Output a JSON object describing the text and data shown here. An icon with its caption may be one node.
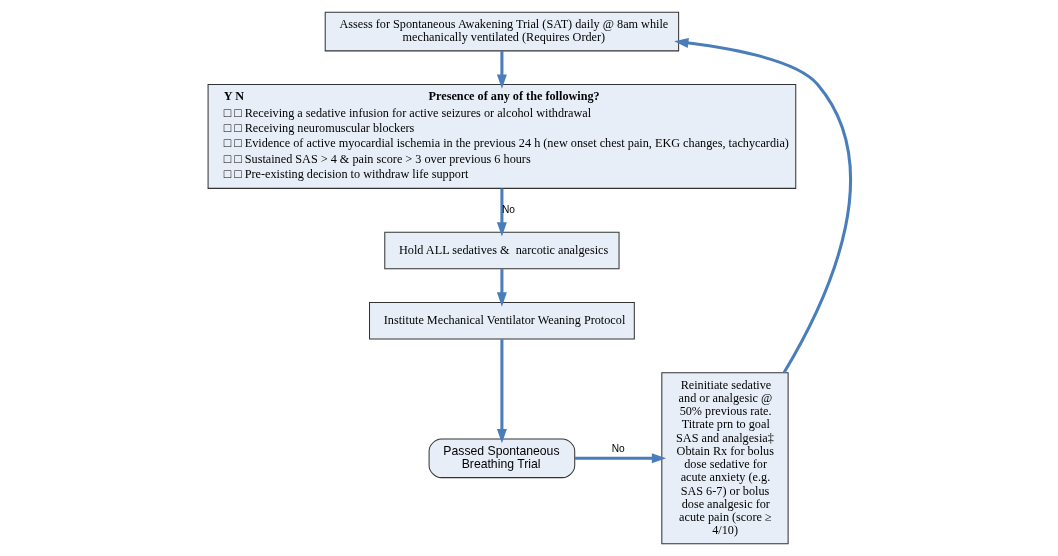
{
  "diagram": {
    "nodes": [
      {
        "text": [
          "Assess for Spontaneous Awakening Trial (SAT) daily @ 8am while mechanically ventilated (Requires Order)"
        ]
      },
      {
        "text": [
          "Y N",
          "Presence of any of the following?",
          "□ □ Receiving a sedative infusion for active seizures or alcohol withdrawal",
          "□ □ Receiving neuromuscular blockers",
          "□ □ Evidence of active myocardial ischemia in the previous 24 h (new onset chest pain, EKG changes, tachycardia)",
          "□ □ Sustained SAS > 4 & pain score > 3 over previous 6 hours",
          "□ □ Pre-existing decision to withdraw life support"
        ]
      },
      {
        "text": [
          "Hold ALL sedatives &  narcotic analgesics"
        ]
      },
      {
        "text": [
          "Institute Mechanical Ventilator Weaning Protocol"
        ]
      },
      {
        "text": [
          "Passed Spontaneous Breathing Trial"
        ]
      },
      {
        "text": [
          "Reinitiate sedative and or analgesic @ 50% previous rate. Titrate prn to goal SAS and analgesia‡ Obtain Rx for bolus dose sedative for acute anxiety (e.g. SAS 6-7) or bolus dose analgesic for acute pain (score ≥ 4/10)"
        ]
      }
    ],
    "edges": [
      {
        "from": 0,
        "to": 1,
        "arrow": "to"
      },
      {
        "from": 1,
        "to": 2,
        "arrow": "to",
        "label": "No"
      },
      {
        "from": 2,
        "to": 3,
        "arrow": "to"
      },
      {
        "from": 3,
        "to": 4,
        "arrow": "to"
      },
      {
        "from": 4,
        "to": 5,
        "arrow": "to",
        "label": "No"
      },
      {
        "from": 5,
        "to": 0,
        "arrow": "to"
      }
    ]
  }
}
